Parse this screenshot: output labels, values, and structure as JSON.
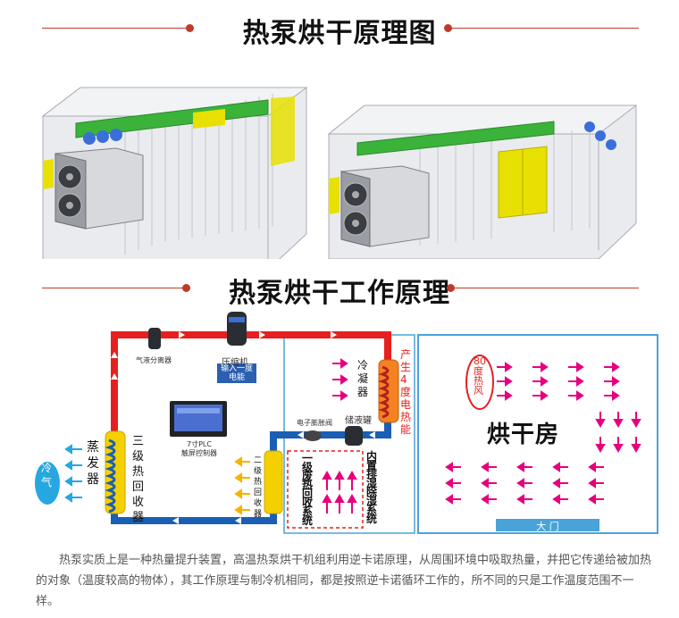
{
  "titles": {
    "principle_diagram": "热泵烘干原理图",
    "working_principle": "热泵烘干工作原理"
  },
  "diagram": {
    "left_loop": {
      "gas_liquid_separator": "气液分离器",
      "compressor": "压缩机",
      "compressor_power": "输入一度电能",
      "plc_line1": "7寸PLC",
      "plc_line2": "触屏控制器",
      "evaporator": "蒸发器",
      "cold_air": "冷气",
      "stage3_recovery": "三级热回收器",
      "stage2_recovery": "二级热回收器",
      "expansion_valve": "电子膨胀阀",
      "receiver": "储液罐",
      "condenser": "冷凝器",
      "produce_4deg": "产生4度电热能",
      "stage1_recovery": "一级废热回收系统",
      "dehumid_system": "内置排湿除湿系统"
    },
    "drying_room": {
      "title": "烘干房",
      "hot_air": "80度热风",
      "door": "大 门"
    }
  },
  "description": "热泵实质上是一种热量提升装置，高温热泵烘干机组利用逆卡诺原理，从周围环境中吸取热量，并把它传递给被加热的对象（温度较高的物体），其工作原理与制冷机相同，都是按照逆卡诺循环工作的，所不同的只是工作温度范围不一样。",
  "colors": {
    "accent_red": "#c0392b",
    "pipe_red": "#e62020",
    "pipe_blue": "#1a5fb4",
    "room_border": "#4aa3d8",
    "coil_yellow": "#f4d000",
    "container_green": "#3bb33b",
    "panel_yellow": "#e8e000"
  }
}
